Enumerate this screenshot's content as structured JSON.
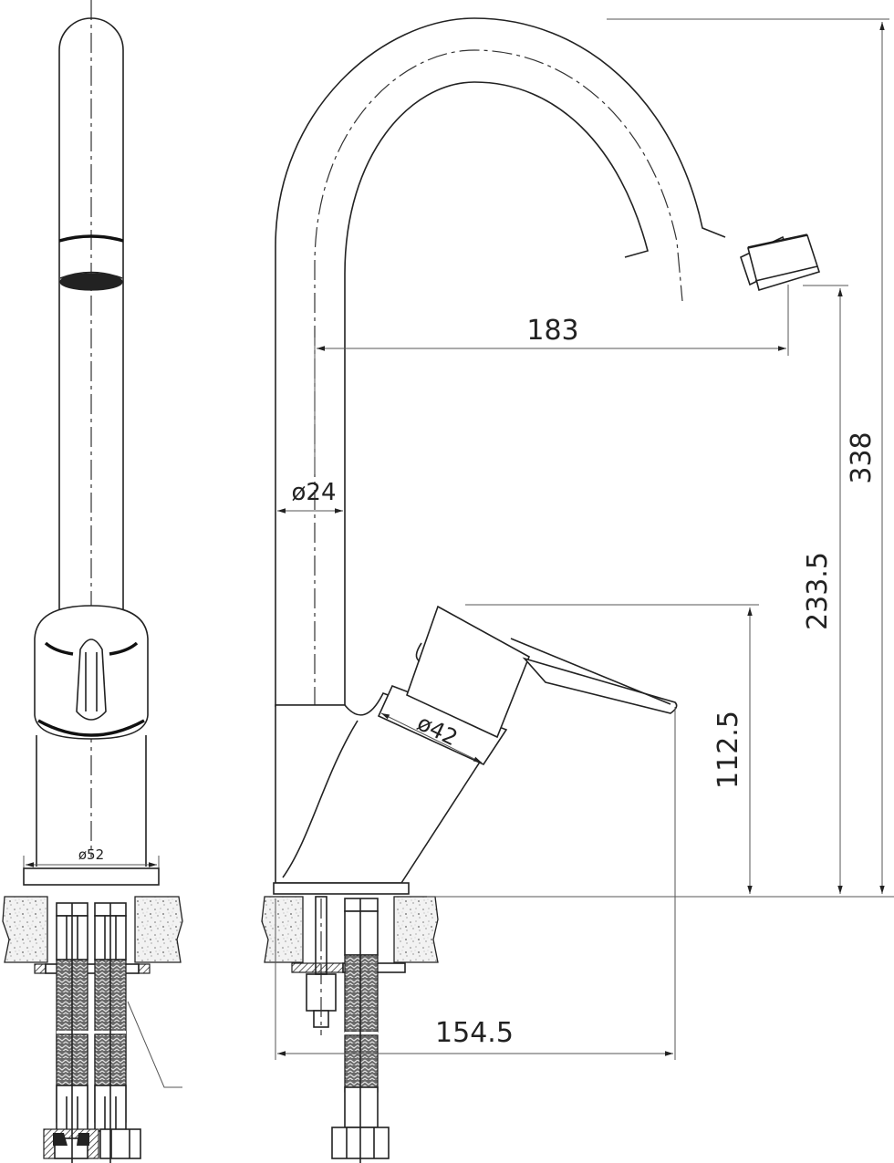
{
  "diagram": {
    "type": "technical drawing",
    "subject": "single-lever kitchen faucet with swivel spout",
    "views": [
      {
        "name": "front-view",
        "description": "front elevation with flexible hoses"
      },
      {
        "name": "side-view",
        "description": "side elevation with dimensions"
      }
    ],
    "units": "mm"
  },
  "dimensions": {
    "base_diameter": "ø52",
    "spout_diameter": "ø24",
    "body_diameter": "ø42",
    "spout_reach": "183",
    "total_height": "338",
    "spout_outlet_height": "233.5",
    "lever_height": "112.5",
    "base_to_lever_length": "154.5"
  },
  "colors": {
    "line": "#222222",
    "dimension_line": "#555555",
    "background": "#ffffff"
  }
}
